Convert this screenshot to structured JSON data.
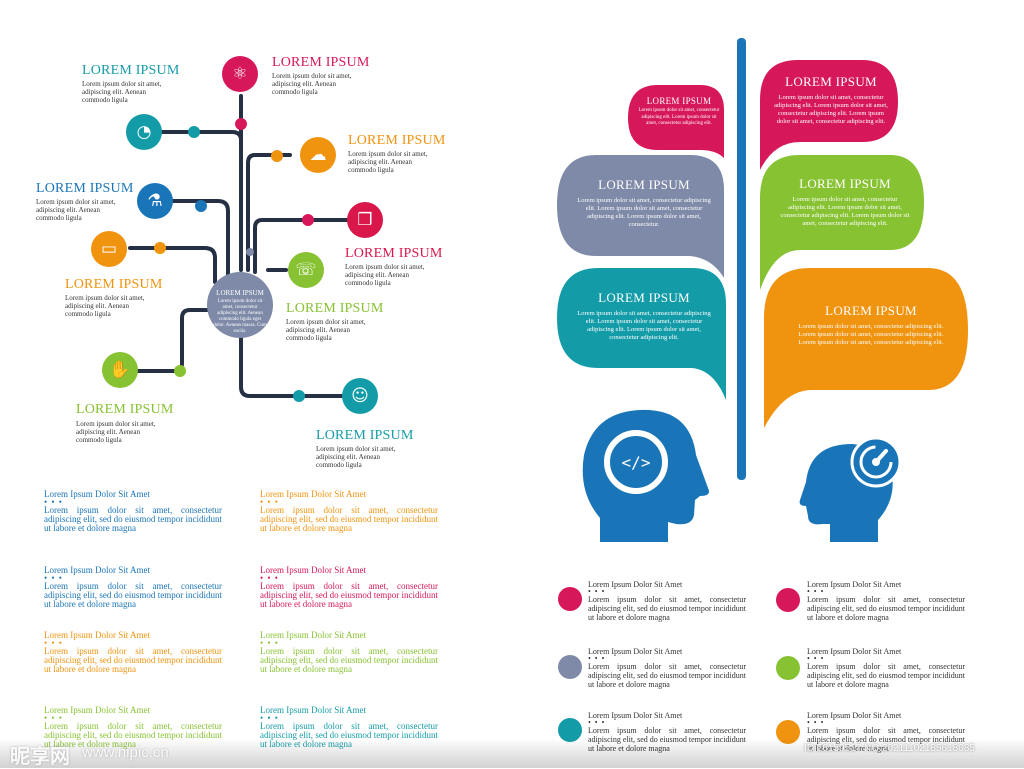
{
  "colors": {
    "magenta": "#d6175a",
    "teal": "#139ca8",
    "blue": "#1a75b8",
    "orange": "#f0930e",
    "lime": "#87c232",
    "grey": "#7e8aa7",
    "navy": "#263044",
    "red": "#d9174a"
  },
  "tree": {
    "nodes": [
      {
        "title": "LOREM IPSUM",
        "body": "Lorem ipsum dolor sit amet, adipiscing elit. Aenean commodo ligula",
        "icon": "network-icon",
        "glyph": "⚛"
      },
      {
        "title": "LOREM IPSUM",
        "body": "Lorem ipsum dolor sit amet, adipiscing elit. Aenean commodo ligula",
        "icon": "pie-chart-icon",
        "glyph": "◔"
      },
      {
        "title": "LOREM IPSUM",
        "body": "Lorem ipsum dolor sit amet, adipiscing elit. Aenean commodo ligula",
        "icon": "cloud-icon",
        "glyph": "☁"
      },
      {
        "title": "LOREM IPSUM",
        "body": "Lorem ipsum dolor sit amet, adipiscing elit. Aenean commodo ligula",
        "icon": "test-tube-icon",
        "glyph": "⚗"
      },
      {
        "title": "LOREM IPSUM",
        "body": "Lorem ipsum dolor sit amet, adipiscing elit. Aenean commodo ligula",
        "icon": "box-icon",
        "glyph": "❒"
      },
      {
        "title": "LOREM IPSUM",
        "body": "Lorem ipsum dolor sit amet, adipiscing elit. Aenean commodo ligula",
        "icon": "monitor-icon",
        "glyph": "▭"
      },
      {
        "title": "LOREM IPSUM",
        "body": "Lorem ipsum dolor sit amet, adipiscing elit. Aenean commodo ligula",
        "icon": "phone-icon",
        "glyph": "☏"
      },
      {
        "title": "LOREM IPSUM",
        "body": "Lorem ipsum dolor sit amet, adipiscing elit. Aenean commodo ligula",
        "icon": "handshake-icon",
        "glyph": "✋"
      },
      {
        "title": "LOREM IPSUM",
        "body": "Lorem ipsum dolor sit amet, adipiscing elit. Aenean commodo ligula",
        "icon": "people-icon",
        "glyph": "☺"
      }
    ],
    "center": {
      "title": "LOREM IPSUM",
      "body": "Lorem ipsum dolor sit amet, consectetur adipiscing elit. Aenean commodo ligula eget dolor. Aenean massa. Cum sociis."
    }
  },
  "blocks": [
    {
      "title": "Lorem Ipsum Dolor Sit Amet",
      "dots": "• • •",
      "body": "Lorem ipsum dolor sit amet, consectetur adipiscing elit, sed do eiusmod tempor incididunt ut labore et dolore magna"
    },
    {
      "title": "Lorem Ipsum Dolor Sit Amet",
      "dots": "• • •",
      "body": "Lorem ipsum dolor sit amet, consectetur adipiscing elit, sed do eiusmod tempor incididunt ut labore et dolore magna"
    },
    {
      "title": "Lorem Ipsum Dolor Sit Amet",
      "dots": "• • •",
      "body": "Lorem ipsum dolor sit amet, consectetur adipiscing elit, sed do eiusmod tempor incididunt ut labore et dolore magna"
    },
    {
      "title": "Lorem Ipsum Dolor Sit Amet",
      "dots": "• • •",
      "body": "Lorem ipsum dolor sit amet, consectetur adipiscing elit, sed do eiusmod tempor incididunt ut labore et dolore magna"
    },
    {
      "title": "Lorem Ipsum Dolor Sit Amet",
      "dots": "• • •",
      "body": "Lorem ipsum dolor sit amet, consectetur adipiscing elit, sed do eiusmod tempor incididunt ut labore et dolore magna"
    },
    {
      "title": "Lorem Ipsum Dolor Sit Amet",
      "dots": "• • •",
      "body": "Lorem ipsum dolor sit amet, consectetur adipiscing elit, sed do eiusmod tempor incididunt ut labore et dolore magna"
    },
    {
      "title": "Lorem Ipsum Dolor Sit Amet",
      "dots": "• • •",
      "body": "Lorem ipsum dolor sit amet, consectetur adipiscing elit, sed do eiusmod tempor incididunt ut labore et dolore magna"
    },
    {
      "title": "Lorem Ipsum Dolor Sit Amet",
      "dots": "• • •",
      "body": "Lorem ipsum dolor sit amet, consectetur adipiscing elit, sed do eiusmod tempor incididunt ut labore et dolore magna"
    }
  ],
  "bubbles": [
    {
      "title": "LOREM IPSUM",
      "body": "Lorem ipsum dolor sit amet, consectetur adipiscing elit. Lorem ipsum dolor sit amet, consectetur adipiscing elit."
    },
    {
      "title": "LOREM IPSUM",
      "body": "Lorem ipsum dolor sit amet, consectetur adipiscing elit. Lorem ipsum dolor sit amet, consectetur adipiscing elit. Lorem ipsum dolor sit amet, consectetur."
    },
    {
      "title": "LOREM IPSUM",
      "body": "Lorem ipsum dolor sit amet, consectetur adipiscing elit. Lorem ipsum dolor sit amet, consectetur adipiscing elit. Lorem ipsum dolor sit amet, consectetur adipiscing elit."
    },
    {
      "title": "LOREM IPSUM",
      "body": "Lorem ipsum dolor sit amet, consectetur adipiscing elit. Lorem ipsum dolor sit amet, consectetur adipiscing elit. Lorem ipsum dolor sit amet, consectetur adipiscing elit."
    },
    {
      "title": "LOREM IPSUM",
      "body": "Lorem ipsum dolor sit amet, consectetur adipiscing elit. Lorem ipsum dolor sit amet, consectetur adipiscing elit. Lorem ipsum dolor sit amet, consectetur adipiscing elit."
    },
    {
      "title": "LOREM IPSUM",
      "body": "Lorem ipsum dolor sit amet, consectetur adipiscing elit. Lorem ipsum dolor sit amet, consectetur adipiscing elit. Lorem ipsum dolor sit amet, consectetur adipiscing elit."
    }
  ],
  "heads": {
    "left_icon": "gear-code-icon",
    "left_glyph": "</>",
    "right_icon": "gauge-icon"
  },
  "legend": [
    {
      "title": "Lorem Ipsum Dolor Sit Amet",
      "dots": "• • •",
      "body": "Lorem ipsum dolor sit amet, consectetur adipiscing elit, sed do eiusmod tempor incididunt ut labore et dolore magna"
    },
    {
      "title": "Lorem Ipsum Dolor Sit Amet",
      "dots": "• • •",
      "body": "Lorem ipsum dolor sit amet, consectetur adipiscing elit, sed do eiusmod tempor incididunt ut labore et dolore magna"
    },
    {
      "title": "Lorem Ipsum Dolor Sit Amet",
      "dots": "• • •",
      "body": "Lorem ipsum dolor sit amet, consectetur adipiscing elit, sed do eiusmod tempor incididunt ut labore et dolore magna"
    },
    {
      "title": "Lorem Ipsum Dolor Sit Amet",
      "dots": "• • •",
      "body": "Lorem ipsum dolor sit amet, consectetur adipiscing elit, sed do eiusmod tempor incididunt ut labore et dolore magna"
    },
    {
      "title": "Lorem Ipsum Dolor Sit Amet",
      "dots": "• • •",
      "body": "Lorem ipsum dolor sit amet, consectetur adipiscing elit, sed do eiusmod tempor incididunt ut labore et dolore magna"
    },
    {
      "title": "Lorem Ipsum Dolor Sit Amet",
      "dots": "• • •",
      "body": "Lorem ipsum dolor sit amet, consectetur adipiscing elit, sed do eiusmod tempor incididunt ut labore et dolore magna"
    }
  ],
  "watermark": {
    "brand": "昵享网",
    "url": "www.nipic.cn",
    "id": "ID:26159517 NO:20211102185618085"
  }
}
